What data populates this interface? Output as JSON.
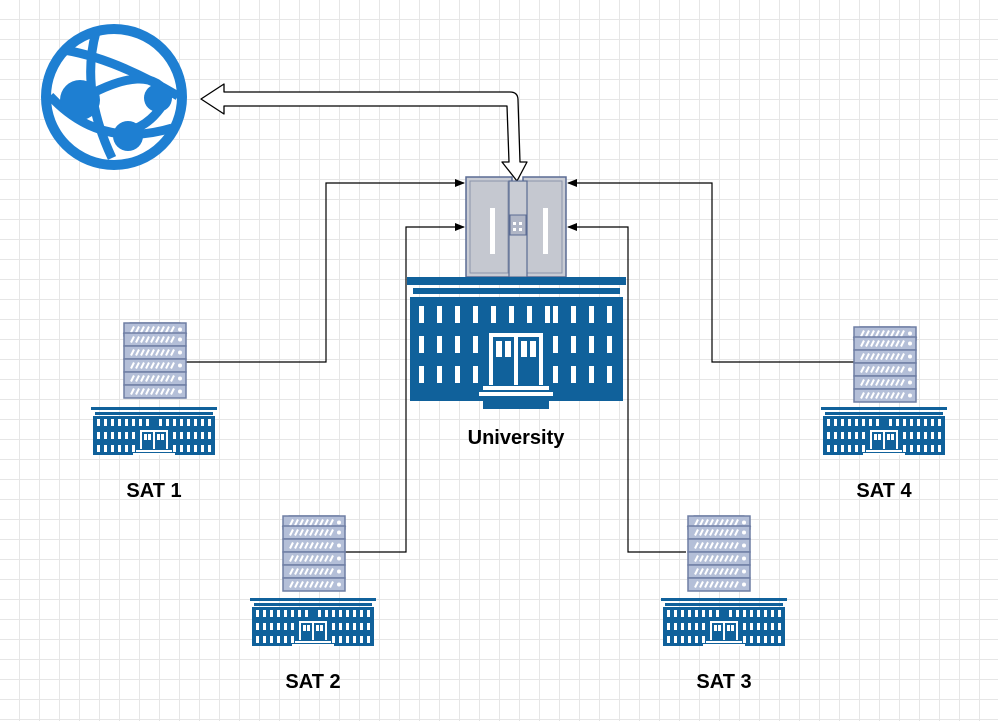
{
  "diagram": {
    "labels": {
      "university": "University",
      "sat1": "SAT 1",
      "sat2": "SAT 2",
      "sat3": "SAT 3",
      "sat4": "SAT 4"
    },
    "icons": {
      "internet": "web-globe-icon",
      "university_server": "mainframe-server-icon",
      "university_building": "university-building-icon",
      "satellite_server": "server-rack-icon",
      "satellite_building": "university-building-icon"
    },
    "colors": {
      "building": "#10619b",
      "globe": "#1e7fd2",
      "server_body": "#b4bfd8",
      "server_stroke": "#6f7ea4",
      "mainframe": "#c9ccd4",
      "connector": "#000000"
    }
  }
}
